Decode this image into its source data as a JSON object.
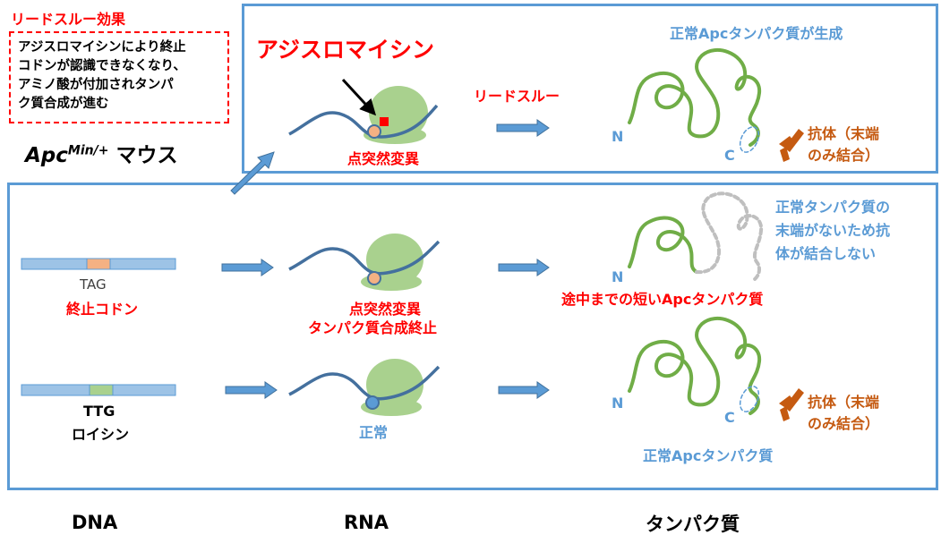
{
  "readthrough_title": "リードスルー効果",
  "readthrough_note": [
    "アジスロマイシンにより終止",
    "コドンが認識できなくなり、",
    "アミノ酸が付加されタンパ",
    "ク質合成が進む"
  ],
  "mouse": {
    "base": "Apc",
    "sup": "Min/+",
    "suffix": "マウス"
  },
  "drug_label": "アジスロマイシン",
  "readthrough_label": "リードスルー",
  "point_mutation_1": "点突然変異",
  "normal_protein_generated": "正常Apcタンパク質が生成",
  "antibody_1": [
    "抗体（末端",
    "のみ結合）"
  ],
  "antibody_2": [
    "抗体（末端",
    "のみ結合）"
  ],
  "terminal_N": "N",
  "terminal_C": "C",
  "no_terminal_note": [
    "正常タンパク質の",
    "末端がないため抗",
    "体が結合しない"
  ],
  "codon_tag": "TAG",
  "stop_codon_label": "終止コドン",
  "mutation_stop": [
    "点突然変異",
    "タンパク質合成終止"
  ],
  "short_protein": "途中までの短いApcタンパク質",
  "codon_ttg": "TTG",
  "leucine": "ロイシン",
  "normal_label": "正常",
  "normal_apc_protein": "正常Apcタンパク質",
  "columns": {
    "dna": "DNA",
    "rna": "RNA",
    "protein": "タンパク質"
  },
  "colors": {
    "red": "#ff0000",
    "blue": "#5b9bd5",
    "green": "#70ad47",
    "orange": "#c55a11",
    "ribosome": "#a9d18e",
    "mrna": "#44709e",
    "dna_bar": "#9dc3e6",
    "tag_fill": "#f4b183",
    "ttg_fill": "#a9d18e"
  }
}
